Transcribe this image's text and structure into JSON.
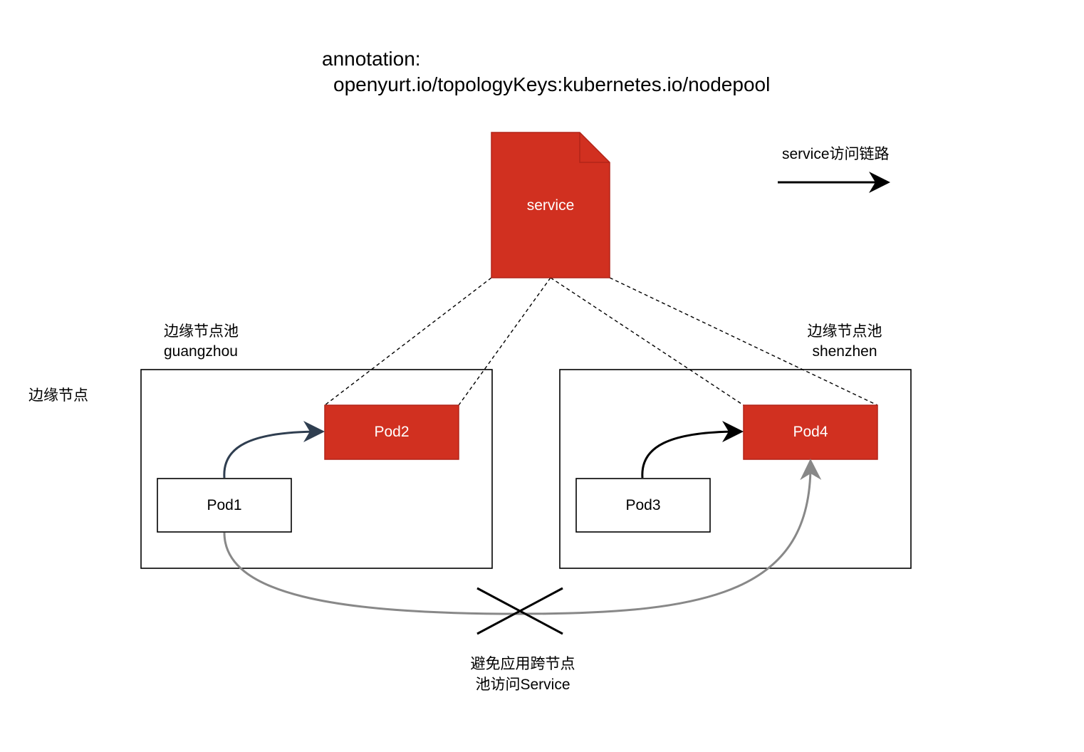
{
  "annotation": {
    "line1": "annotation:",
    "line2": "openyurt.io/topologyKeys:kubernetes.io/nodepool"
  },
  "service": {
    "label": "service",
    "fill": "#d13020",
    "stroke": "#b22418"
  },
  "legend": {
    "label": "service访问链路"
  },
  "edge_node_label": "边缘节点",
  "pools": [
    {
      "title": "边缘节点池",
      "name": "guangzhou",
      "pods": [
        {
          "label": "Pod1",
          "style": "plain"
        },
        {
          "label": "Pod2",
          "style": "service-backend"
        }
      ]
    },
    {
      "title": "边缘节点池",
      "name": "shenzhen",
      "pods": [
        {
          "label": "Pod3",
          "style": "plain"
        },
        {
          "label": "Pod4",
          "style": "service-backend"
        }
      ]
    }
  ],
  "note": {
    "line1": "避免应用跨节点",
    "line2": "池访问Service"
  },
  "colors": {
    "pod_backend_fill": "#d13020",
    "arrow_pool_gz": "#2f3e50",
    "arrow_pool_sz": "#000000",
    "arrow_blocked": "#888888",
    "outline": "#000000"
  }
}
